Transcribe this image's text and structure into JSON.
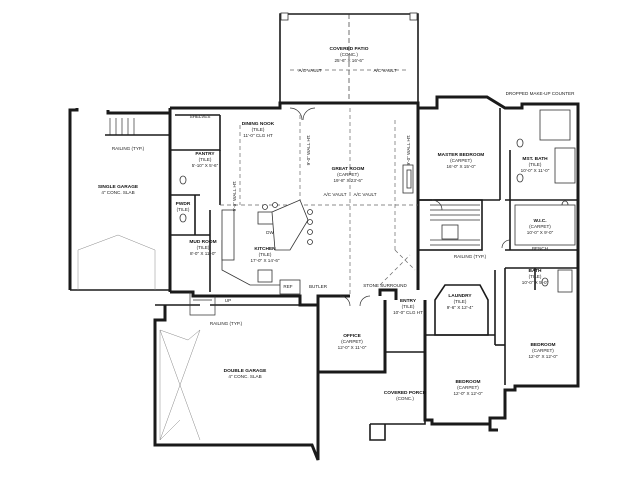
{
  "rooms": {
    "covered_patio": {
      "name": "COVERED PATIO",
      "sub": "(CONC.)",
      "dims": "25'-6\" X 16'-6\""
    },
    "single_garage": {
      "name": "SINGLE GARAGE",
      "sub": "4\" CONC. SLAB"
    },
    "double_garage": {
      "name": "DOUBLE GARAGE",
      "sub": "4\" CONC. SLAB"
    },
    "pantry": {
      "name": "PANTRY",
      "sub": "(TILE)",
      "dims": "5'-10\" X 5'-6\""
    },
    "dining_nook": {
      "name": "DINING NOOK",
      "sub": "(TILE)",
      "dims": "11'-0\" CLG HT"
    },
    "great_room": {
      "name": "GREAT ROOM",
      "sub": "(CARPET)",
      "dims": "19'-8\" X 23'-6\""
    },
    "master_bedroom": {
      "name": "MASTER BEDROOM",
      "sub": "(CARPET)",
      "dims": "16'-0\" X 15'-0\""
    },
    "mst_bath": {
      "name": "MST. BATH",
      "sub": "(TILE)",
      "dims": "10'-0\" X 11'-0\""
    },
    "wic": {
      "name": "W.I.C.",
      "sub": "(CARPET)",
      "dims": "10'-0\" X 9'-0\""
    },
    "bath": {
      "name": "BATH",
      "sub": "(TILE)",
      "dims": "10'-0\" X 5'-0\""
    },
    "mud_room": {
      "name": "MUD ROOM",
      "sub": "(TILE)",
      "dims": "8'-0\" X 11'-0\""
    },
    "kitchen": {
      "name": "KITCHEN",
      "sub": "(TILE)",
      "dims": "17'-0\" X 14'-6\""
    },
    "pwdr": {
      "name": "PWDR",
      "sub": "(TILE)"
    },
    "laundry": {
      "name": "LAUNDRY",
      "sub": "(TILE)",
      "dims": "9'-6\" X 12'-4\""
    },
    "entry": {
      "name": "ENTRY",
      "sub": "(TILE)",
      "dims": "10'-0\" CLG HT"
    },
    "office": {
      "name": "OFFICE",
      "sub": "(CARPET)",
      "dims": "12'-0\" X 11'-0\""
    },
    "bedroom_right": {
      "name": "BEDROOM",
      "sub": "(CARPET)",
      "dims": "12'-0\" X 12'-0\""
    },
    "bedroom_bottom": {
      "name": "BEDROOM",
      "sub": "(CARPET)",
      "dims": "12'-0\" X 12'-0\""
    },
    "covered_porch": {
      "name": "COVERED PORCH",
      "sub": "(CONC.)"
    }
  },
  "notes": {
    "railing_1": "RAILING (TYP.)",
    "railing_2": "RAILING (TYP.)",
    "railing_3": "RAILING (TYP.)",
    "dropped_counter": "DROPPED MAKE-UP COUNTER",
    "stone_fireplace": "STONE SURROUND",
    "shelves": "SHELVES",
    "ref": "REF",
    "butler": "BUTLER",
    "dw": "DW",
    "wall_ht_1": "9'-0\" WALL HT.",
    "wall_ht_2": "9'-0\" WALL HT.",
    "wall_ht_3": "9'-0\" WALL HT.",
    "vault_1": "A/C VAULT",
    "vault_2": "A/C VAULT",
    "vault_3": "A/C VAULT",
    "vault_4": "A/C VAULT",
    "step_up": "UP",
    "bench": "BENCH"
  }
}
